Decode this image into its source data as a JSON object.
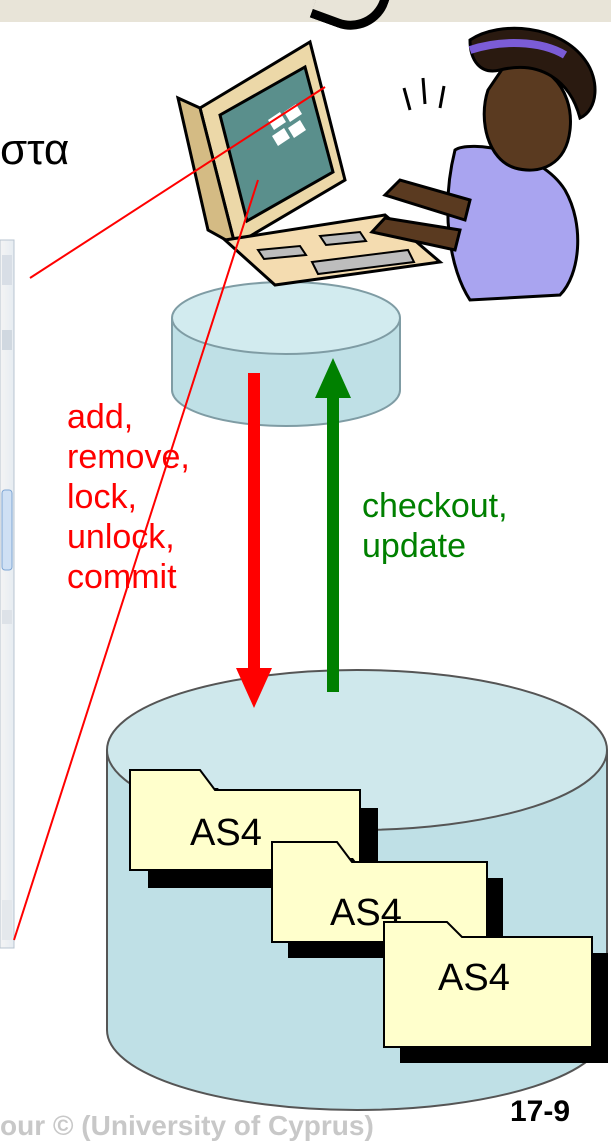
{
  "header": {
    "greek_text": "στα"
  },
  "arrows": {
    "commit_label": "add,\nremove,\nlock,\nunlock,\ncommit",
    "commit_color": "#ff0000",
    "checkout_label": "checkout,\nupdate",
    "checkout_color": "#008000"
  },
  "repository": {
    "folders": [
      {
        "label": "AS4"
      },
      {
        "label": "AS4"
      },
      {
        "label": "AS4"
      }
    ],
    "cylinder_color": "#bfe0e6",
    "folder_color": "#ffffcc"
  },
  "footer": {
    "text": "our © (University of Cyprus)",
    "page_number": "17-9"
  }
}
